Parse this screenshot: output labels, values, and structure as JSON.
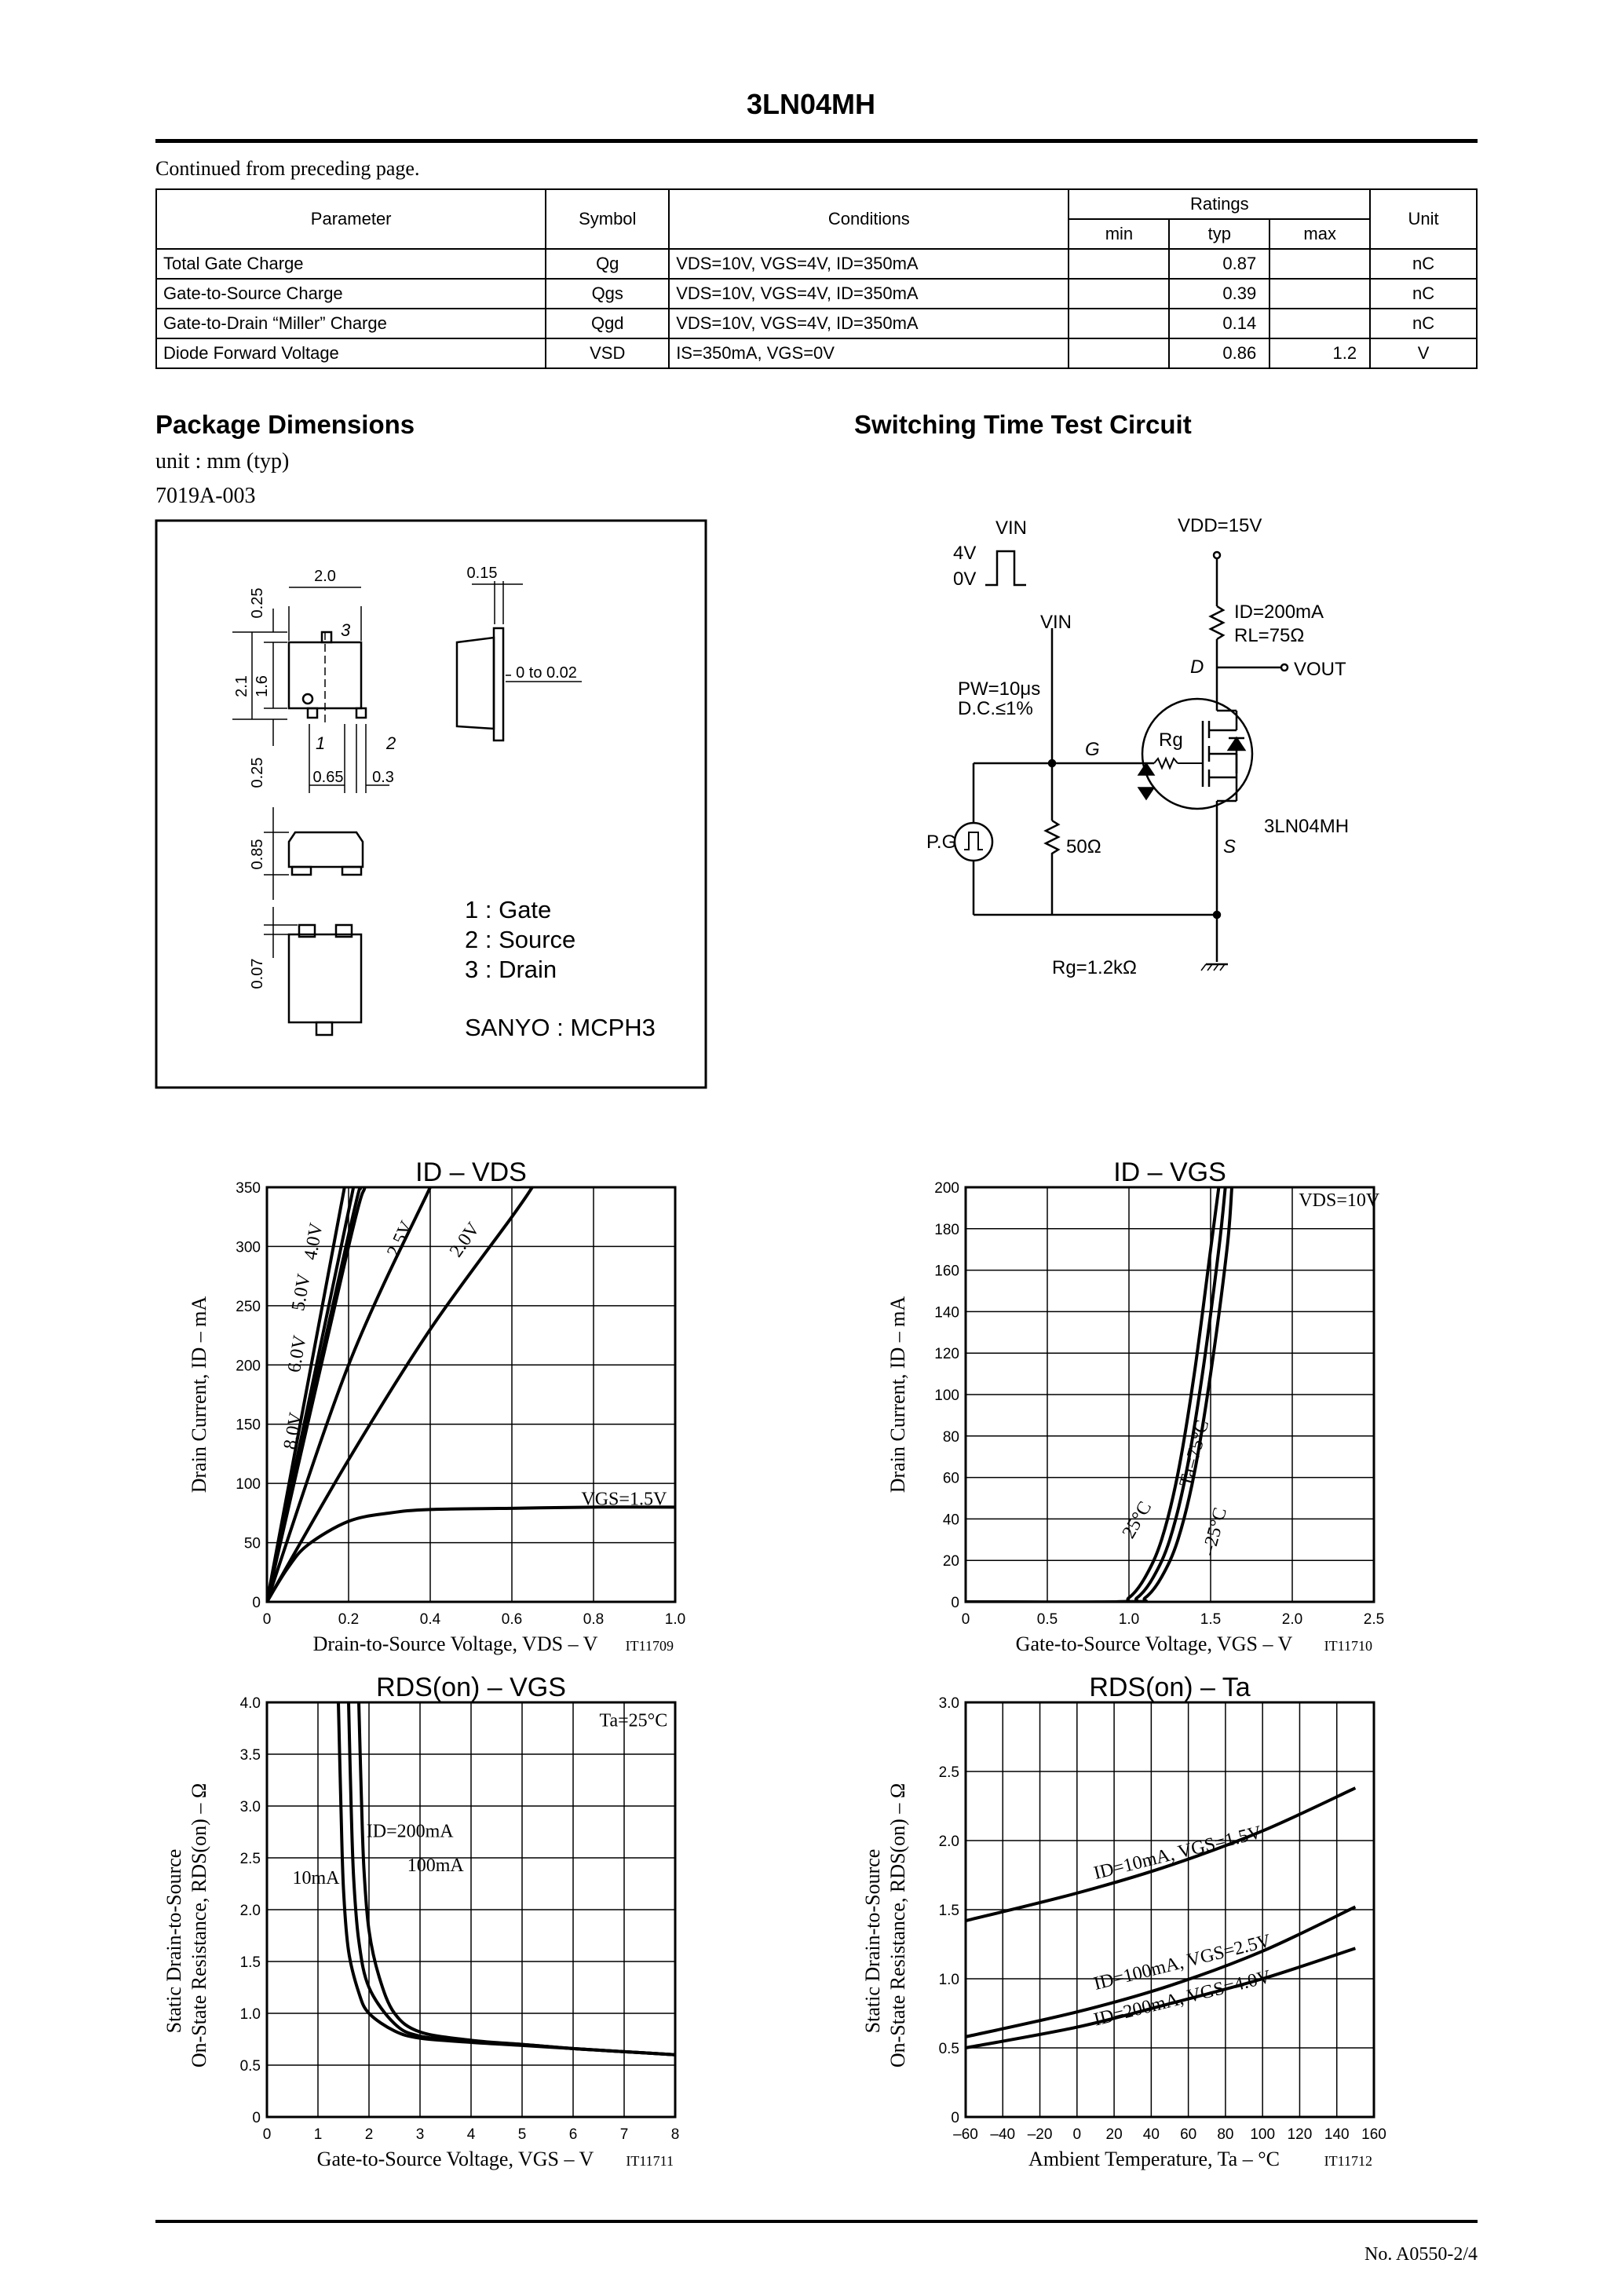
{
  "header": {
    "title": "3LN04MH"
  },
  "continued": "Continued from preceding page.",
  "spec_table": {
    "headers": {
      "parameter": "Parameter",
      "symbol": "Symbol",
      "conditions": "Conditions",
      "ratings": "Ratings",
      "min": "min",
      "typ": "typ",
      "max": "max",
      "unit": "Unit"
    },
    "rows": [
      {
        "parameter": "Total Gate Charge",
        "symbol": "Qg",
        "conditions": "VDS=10V, VGS=4V, ID=350mA",
        "min": "",
        "typ": "0.87",
        "max": "",
        "unit": "nC"
      },
      {
        "parameter": "Gate-to-Source Charge",
        "symbol": "Qgs",
        "conditions": "VDS=10V, VGS=4V, ID=350mA",
        "min": "",
        "typ": "0.39",
        "max": "",
        "unit": "nC"
      },
      {
        "parameter": "Gate-to-Drain “Miller” Charge",
        "symbol": "Qgd",
        "conditions": "VDS=10V, VGS=4V, ID=350mA",
        "min": "",
        "typ": "0.14",
        "max": "",
        "unit": "nC"
      },
      {
        "parameter": "Diode Forward Voltage",
        "symbol": "VSD",
        "conditions": "IS=350mA, VGS=0V",
        "min": "",
        "typ": "0.86",
        "max": "1.2",
        "unit": "V"
      }
    ]
  },
  "package": {
    "title": "Package Dimensions",
    "unit": "unit : mm (typ)",
    "code": "7019A-003",
    "dims": {
      "w": "2.0",
      "t": "0.15",
      "top": "0.25",
      "h": "1.6",
      "total": "2.1",
      "bot": "0.25",
      "pitch": "0.65",
      "lead": "0.3",
      "standoff": "0 to 0.02",
      "height": "0.85",
      "lead_t": "0.07"
    },
    "pins": [
      "1 : Gate",
      "2 : Source",
      "3 : Drain"
    ],
    "pin_numbers": [
      "1",
      "2",
      "3"
    ],
    "maker": "SANYO : MCPH3"
  },
  "circuit": {
    "title": "Switching Time Test Circuit",
    "vin_label": "VIN",
    "v_high": "4V",
    "v_low": "0V",
    "vdd": "VDD=15V",
    "id": "ID=200mA",
    "rl": "RL=75Ω",
    "vout": "VOUT",
    "pw": "PW=10μs",
    "dc": "D.C.≤1%",
    "pin_d": "D",
    "pin_g": "G",
    "pin_s": "S",
    "rg_int": "Rg",
    "part": "3LN04MH",
    "pg": "P.G",
    "r50": "50Ω",
    "rg": "Rg=1.2kΩ"
  },
  "charts": {
    "c1": {
      "title": "ID – VDS",
      "xlabel": "Drain-to-Source Voltage, VDS – V",
      "ylabel": "Drain Current, ID – mA",
      "code": "IT11709",
      "xticks": [
        "0",
        "0.2",
        "0.4",
        "0.6",
        "0.8",
        "1.0"
      ],
      "yticks": [
        "0",
        "50",
        "100",
        "150",
        "200",
        "250",
        "300",
        "350"
      ]
    },
    "c2": {
      "title": "ID – VGS",
      "xlabel": "Gate-to-Source Voltage, VGS – V",
      "ylabel": "Drain Current, ID – mA",
      "code": "IT11710",
      "note": "VDS=10V",
      "xticks": [
        "0",
        "0.5",
        "1.0",
        "1.5",
        "2.0",
        "2.5"
      ],
      "yticks": [
        "0",
        "20",
        "40",
        "60",
        "80",
        "100",
        "120",
        "140",
        "160",
        "180",
        "200"
      ]
    },
    "c3": {
      "title": "RDS(on) – VGS",
      "xlabel": "Gate-to-Source Voltage, VGS – V",
      "ylabel1": "Static Drain-to-Source",
      "ylabel2": "On-State Resistance, RDS(on) – Ω",
      "code": "IT11711",
      "note": "Ta=25°C",
      "xticks": [
        "0",
        "1",
        "2",
        "3",
        "4",
        "5",
        "6",
        "7",
        "8"
      ],
      "yticks": [
        "0",
        "0.5",
        "1.0",
        "1.5",
        "2.0",
        "2.5",
        "3.0",
        "3.5",
        "4.0"
      ]
    },
    "c4": {
      "title": "RDS(on) – Ta",
      "xlabel": "Ambient Temperature, Ta – °C",
      "ylabel1": "Static Drain-to-Source",
      "ylabel2": "On-State Resistance, RDS(on) – Ω",
      "code": "IT11712",
      "xticks": [
        "–60",
        "–40",
        "–20",
        "0",
        "20",
        "40",
        "60",
        "80",
        "100",
        "120",
        "140",
        "160"
      ],
      "yticks": [
        "0",
        "0.5",
        "1.0",
        "1.5",
        "2.0",
        "2.5",
        "3.0"
      ]
    }
  },
  "chart_data": [
    {
      "type": "line",
      "title": "ID – VDS",
      "xlabel": "Drain-to-Source Voltage, VDS – V",
      "ylabel": "Drain Current, ID – mA",
      "xlim": [
        0,
        1.0
      ],
      "ylim": [
        0,
        350
      ],
      "grid": true,
      "series": [
        {
          "name": "VGS=1.5V",
          "x": [
            0,
            0.05,
            0.1,
            0.2,
            0.3,
            0.4,
            0.6,
            0.8,
            1.0
          ],
          "y": [
            0,
            28,
            48,
            68,
            75,
            78,
            79,
            80,
            80
          ]
        },
        {
          "name": "2.0V",
          "x": [
            0,
            0.2,
            0.4,
            0.6,
            0.65
          ],
          "y": [
            0,
            120,
            230,
            325,
            350
          ]
        },
        {
          "name": "2.5V",
          "x": [
            0,
            0.2,
            0.4
          ],
          "y": [
            0,
            200,
            350
          ]
        },
        {
          "name": "4.0V",
          "x": [
            0,
            0.2,
            0.24
          ],
          "y": [
            0,
            300,
            350
          ]
        },
        {
          "name": "5.0V",
          "x": [
            0,
            0.2,
            0.23
          ],
          "y": [
            0,
            310,
            350
          ]
        },
        {
          "name": "6.0V",
          "x": [
            0,
            0.2,
            0.21
          ],
          "y": [
            0,
            330,
            350
          ]
        },
        {
          "name": "8.0V",
          "x": [
            0,
            0.19
          ],
          "y": [
            0,
            350
          ]
        }
      ]
    },
    {
      "type": "line",
      "title": "ID – VGS",
      "xlabel": "Gate-to-Source Voltage, VGS – V",
      "ylabel": "Drain Current, ID – mA",
      "xlim": [
        0,
        2.5
      ],
      "ylim": [
        0,
        200
      ],
      "grid": true,
      "annotation": "VDS=10V",
      "series": [
        {
          "name": "Ta=75°C",
          "x": [
            0,
            0.9,
            1.0,
            1.1,
            1.2,
            1.3,
            1.4,
            1.5,
            1.55
          ],
          "y": [
            0,
            0,
            2,
            12,
            30,
            62,
            110,
            170,
            200
          ]
        },
        {
          "name": "25°C",
          "x": [
            0,
            0.95,
            1.05,
            1.15,
            1.25,
            1.35,
            1.45,
            1.55,
            1.59
          ],
          "y": [
            0,
            0,
            2,
            12,
            30,
            62,
            110,
            170,
            200
          ]
        },
        {
          "name": "–25°C",
          "x": [
            0,
            1.0,
            1.1,
            1.2,
            1.3,
            1.4,
            1.5,
            1.6,
            1.63
          ],
          "y": [
            0,
            0,
            2,
            12,
            30,
            62,
            110,
            170,
            200
          ]
        }
      ]
    },
    {
      "type": "line",
      "title": "RDS(on) – VGS",
      "xlabel": "Gate-to-Source Voltage, VGS – V",
      "ylabel": "Static Drain-to-Source On-State Resistance, RDS(on) – Ω",
      "xlim": [
        0,
        8
      ],
      "ylim": [
        0,
        4.0
      ],
      "grid": true,
      "annotation": "Ta=25°C",
      "series": [
        {
          "name": "10mA",
          "x": [
            1.4,
            1.45,
            1.5,
            1.6,
            1.8,
            2.0,
            2.5,
            3.0,
            4.0,
            5.0,
            6.0,
            7.0,
            8.0
          ],
          "y": [
            4.0,
            3.0,
            2.2,
            1.6,
            1.2,
            1.0,
            0.83,
            0.76,
            0.72,
            0.69,
            0.66,
            0.63,
            0.6
          ]
        },
        {
          "name": "100mA",
          "x": [
            1.6,
            1.65,
            1.7,
            1.8,
            2.0,
            2.5,
            3.0,
            4.0,
            5.0,
            6.0,
            7.0,
            8.0
          ],
          "y": [
            4.0,
            3.0,
            2.3,
            1.7,
            1.25,
            0.9,
            0.78,
            0.73,
            0.7,
            0.66,
            0.63,
            0.6
          ]
        },
        {
          "name": "ID=200mA",
          "x": [
            1.8,
            1.85,
            1.9,
            2.0,
            2.2,
            2.5,
            3.0,
            4.0,
            5.0,
            6.0,
            7.0,
            8.0
          ],
          "y": [
            4.0,
            3.1,
            2.4,
            1.8,
            1.35,
            1.0,
            0.82,
            0.74,
            0.7,
            0.66,
            0.63,
            0.6
          ]
        }
      ]
    },
    {
      "type": "line",
      "title": "RDS(on) – Ta",
      "xlabel": "Ambient Temperature, Ta – °C",
      "ylabel": "Static Drain-to-Source On-State Resistance, RDS(on) – Ω",
      "xlim": [
        -60,
        160
      ],
      "ylim": [
        0,
        3.0
      ],
      "grid": true,
      "series": [
        {
          "name": "ID=10mA, VGS=1.5V",
          "x": [
            -60,
            0,
            50,
            100,
            150
          ],
          "y": [
            1.42,
            1.62,
            1.82,
            2.07,
            2.38
          ]
        },
        {
          "name": "ID=100mA, VGS=2.5V",
          "x": [
            -60,
            0,
            50,
            100,
            150
          ],
          "y": [
            0.58,
            0.76,
            0.95,
            1.2,
            1.52
          ]
        },
        {
          "name": "ID=200mA, VGS=4.0V",
          "x": [
            -60,
            0,
            50,
            100,
            150
          ],
          "y": [
            0.5,
            0.65,
            0.82,
            1.0,
            1.22
          ]
        }
      ]
    }
  ],
  "footer": {
    "page": "No. A0550-2/4"
  }
}
